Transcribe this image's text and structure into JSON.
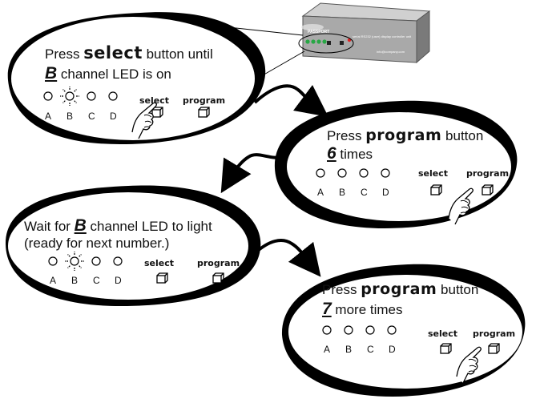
{
  "device": {
    "brand": "PASSPORT",
    "model_text": "serial RS232 (user) display controller unit",
    "footer_text": "info@company.com",
    "led_colors": [
      "#28a745",
      "#28a745",
      "#28a745",
      "#28a745"
    ],
    "power_led_color": "#e02020"
  },
  "steps": [
    {
      "line1_pre": "Press ",
      "line1_key": "select",
      "line1_post": " button until",
      "line2_num": "B",
      "line2_post": " channel LED is on",
      "lit_led": "B"
    },
    {
      "line1_pre": "Press ",
      "line1_key": "program",
      "line1_post": " button",
      "line2_num": "6",
      "line2_post": " times",
      "lit_led": ""
    },
    {
      "line1_pre": "Wait for ",
      "line1_num": "B",
      "line1_post": " channel LED to light",
      "line2": "(ready for next number.)",
      "lit_led": "B"
    },
    {
      "line1_pre": "Press ",
      "line1_key": "program",
      "line1_post": " button",
      "line2_num": "7",
      "line2_post": " more times",
      "lit_led": ""
    }
  ],
  "led_labels": [
    "A",
    "B",
    "C",
    "D"
  ],
  "buttons": {
    "select": "select",
    "program": "program"
  }
}
